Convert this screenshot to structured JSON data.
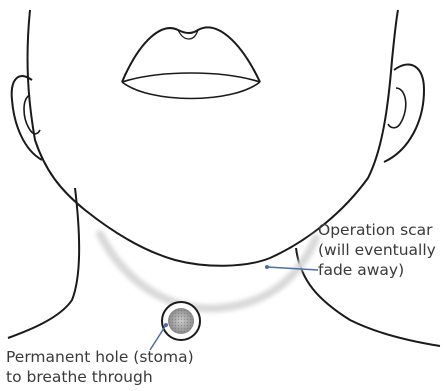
{
  "labels": {
    "scar": [
      "Operation scar",
      "(will eventually",
      "fade away)"
    ],
    "stoma": [
      "Permanent hole (stoma)",
      "to breathe through"
    ]
  },
  "colors": {
    "outline": "#1a1a1a",
    "leader_line": "#4a6fa5",
    "scar_shadow": "#d9d9d9",
    "text": "#3a3a3a"
  }
}
